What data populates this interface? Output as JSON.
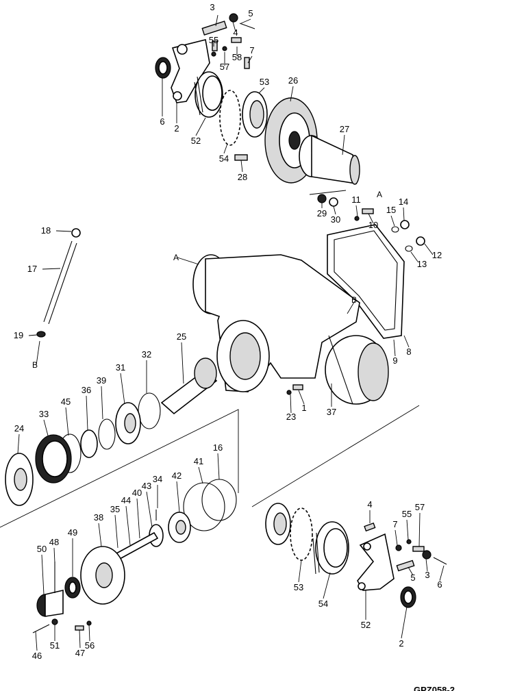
{
  "drawing_code": "GPZ058-2",
  "view_references": [
    "A",
    "A",
    "B",
    "B"
  ],
  "part_labels": [
    "3",
    "5",
    "4",
    "55",
    "58",
    "57",
    "7",
    "26",
    "53",
    "6",
    "2",
    "52",
    "54",
    "28",
    "27",
    "11",
    "15",
    "14",
    "10",
    "29",
    "30",
    "12",
    "13",
    "18",
    "17",
    "19",
    "9",
    "8",
    "25",
    "32",
    "31",
    "39",
    "36",
    "45",
    "33",
    "24",
    "23",
    "1",
    "37",
    "16",
    "41",
    "34",
    "42",
    "40",
    "43",
    "44",
    "35",
    "38",
    "49",
    "48",
    "50",
    "51",
    "46",
    "47",
    "56",
    "57",
    "55",
    "7",
    "4",
    "3",
    "5",
    "6",
    "2",
    "52",
    "54",
    "53"
  ]
}
